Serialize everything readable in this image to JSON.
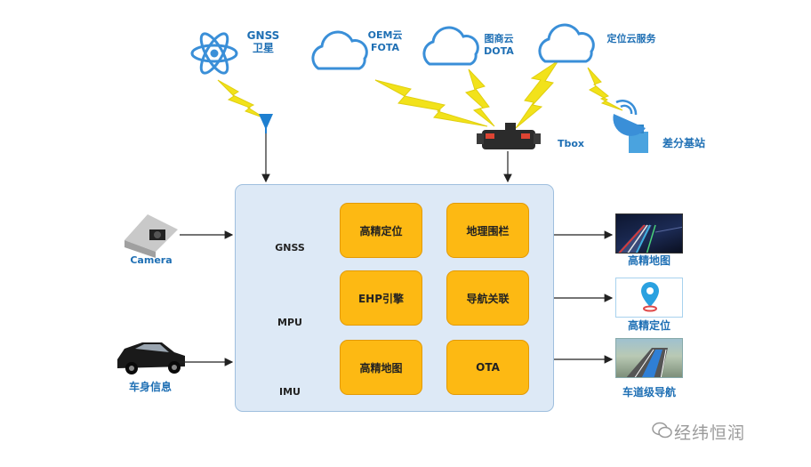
{
  "diagram": {
    "gnss_sat_label_1": "GNSS",
    "gnss_sat_label_2": "卫星",
    "clouds": [
      {
        "line1": "OEM云",
        "line2": "FOTA"
      },
      {
        "line1": "图商云",
        "line2": "DOTA"
      },
      {
        "line1": "定位云服务",
        "line2": ""
      }
    ],
    "tbox_label": "Tbox",
    "base_station_label": "差分基站",
    "inputs": [
      {
        "label": "Camera"
      },
      {
        "label": "车身信息"
      }
    ],
    "hardware": [
      {
        "label": "GNSS"
      },
      {
        "label": "MPU"
      },
      {
        "label": "IMU"
      }
    ],
    "functions": [
      "高精定位",
      "地理围栏",
      "EHP引擎",
      "导航关联",
      "高精地图",
      "OTA"
    ],
    "outputs": [
      {
        "label": "高精地图"
      },
      {
        "label": "高精定位"
      },
      {
        "label": "车道级导航"
      }
    ]
  },
  "watermark": "经纬恒润",
  "colors": {
    "accent_blue": "#1e6fb4",
    "function_box": "#fdb913",
    "hub_fill": "#dde9f6",
    "lightning": "#f2e21a"
  }
}
